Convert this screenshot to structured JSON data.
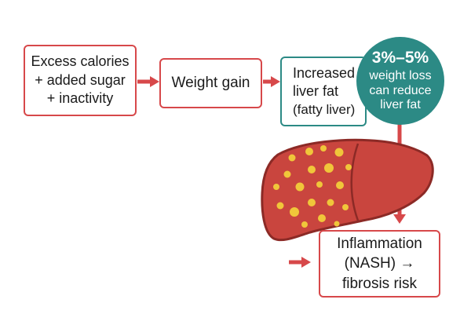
{
  "diagram": {
    "steps": [
      {
        "id": "excess",
        "lines": [
          "Excess calories",
          "+ added sugar",
          "+ inactivity"
        ]
      },
      {
        "id": "weight_gain",
        "lines": [
          "Weight gain"
        ]
      },
      {
        "id": "liver_fat",
        "lines": [
          "Increased",
          "liver fat"
        ],
        "sub": "(fatty liver)"
      },
      {
        "id": "inflammation",
        "lines": [
          "Inflammation",
          "(NASH) →",
          "fibrosis risk"
        ]
      }
    ],
    "callout": {
      "headline": "3%–5%",
      "lines": [
        "weight loss",
        "can reduce",
        "liver fat"
      ]
    }
  },
  "colors": {
    "arrow": "#d7484a",
    "box_border": "#d7484a",
    "liver_fat_border": "#2c8a85",
    "callout_fill": "#2c8a85",
    "liver_fill": "#c9453e",
    "liver_outline": "#8c2a26",
    "fat_droplets": "#f0c63a"
  },
  "icons": {
    "liver": "liver-illustration"
  }
}
